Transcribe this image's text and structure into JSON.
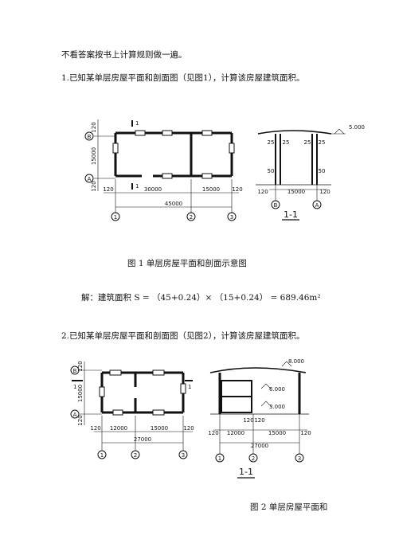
{
  "intro": "不看答案按书上计算规则做一遍。",
  "q1": {
    "text": "1.已知某单层房屋平面和剖面图（见图1），计算该房屋建筑面积。",
    "plan": {
      "axis_b": "B",
      "axis_a": "A",
      "dim_120_top": "120",
      "dim_15000": "15000",
      "dim_120_bottom": "120",
      "cut_mark": "1",
      "dim_120_left": "120",
      "dim_30000": "30000",
      "dim_15000_h": "15000",
      "dim_120_right": "120",
      "dim_45000": "45000",
      "grid_1": "1",
      "grid_2": "2",
      "grid_3": "3"
    },
    "section": {
      "elev": "5.000",
      "d25a": "25",
      "d25b": "25",
      "d25c": "25",
      "d25d": "25",
      "d50a": "50",
      "d50b": "50",
      "dim_120_l": "120",
      "dim_15000": "15000",
      "dim_120_r": "120",
      "grid_b": "B",
      "grid_a": "A",
      "title": "1-1"
    },
    "caption": "图 1 单层房屋平面和剖面示意图",
    "solution": "解：建筑面积 S = （45+0.24）× （15+0.24） = 689.46m²"
  },
  "q2": {
    "text": "2.已知某单层房屋平面和剖面图（见图2），计算该房屋建筑面积。",
    "plan": {
      "axis_b": "B",
      "axis_a": "A",
      "dim_120_top": "120",
      "dim_15000": "15000",
      "dim_120_bottom": "120",
      "cut_mark": "1",
      "dim_120_left": "120",
      "dim_12000": "12000",
      "dim_15000_h": "15000",
      "dim_120_right": "120",
      "dim_27000": "27000",
      "grid_1": "1",
      "grid_2": "2",
      "grid_3": "3"
    },
    "section": {
      "elev_8": "8.000",
      "elev_6": "6.000",
      "elev_3": "3.000",
      "dim_120_mid_a": "120",
      "dim_120_mid_b": "120",
      "dim_120_l": "120",
      "dim_12000": "12000",
      "dim_15000": "15000",
      "dim_120_r": "120",
      "dim_27000": "27000",
      "grid_1": "1",
      "grid_2": "2",
      "grid_3": "3",
      "title": "1-1"
    },
    "caption": "图 2 单层房屋平面和"
  }
}
